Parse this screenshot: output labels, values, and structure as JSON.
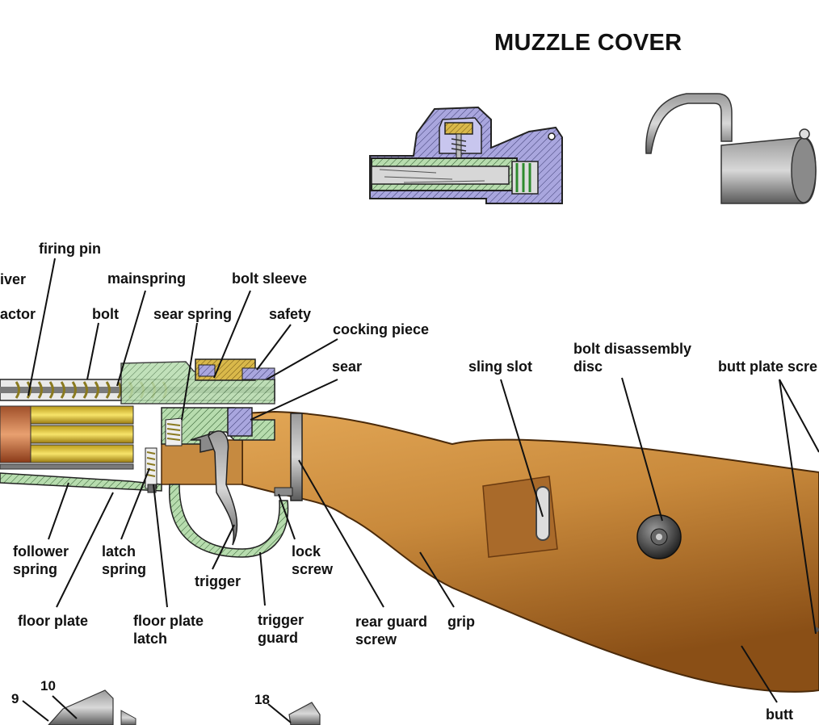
{
  "title": "MUZZLE COVER",
  "labels": {
    "firing_pin": "firing pin",
    "receiver": "iver",
    "extractor": "actor",
    "mainspring": "mainspring",
    "bolt_sleeve": "bolt sleeve",
    "bolt": "bolt",
    "sear_spring": "sear spring",
    "safety": "safety",
    "cocking_piece": "cocking piece",
    "sear": "sear",
    "sling_slot": "sling slot",
    "bolt_disassembly_disc": "bolt disassembly\ndisc",
    "butt_plate_screws": "butt plate scre",
    "follower_spring": "follower\nspring",
    "latch_spring": "latch\nspring",
    "lock_screw": "lock\nscrew",
    "trigger": "trigger",
    "floor_plate": "floor plate",
    "floor_plate_latch": "floor plate\nlatch",
    "trigger_guard": "trigger\nguard",
    "rear_guard_screw": "rear guard\nscrew",
    "grip": "grip",
    "butt": "butt"
  },
  "numbers": {
    "n9": "9",
    "n10": "10",
    "n18": "18"
  },
  "colors": {
    "wood_light": "#c98a3c",
    "wood_dark": "#8a4f16",
    "steel": "#6a6a6a",
    "cutaway_green": "#b7dcae",
    "cutaway_purple": "#a9a6de",
    "brass": "#e0c030"
  }
}
